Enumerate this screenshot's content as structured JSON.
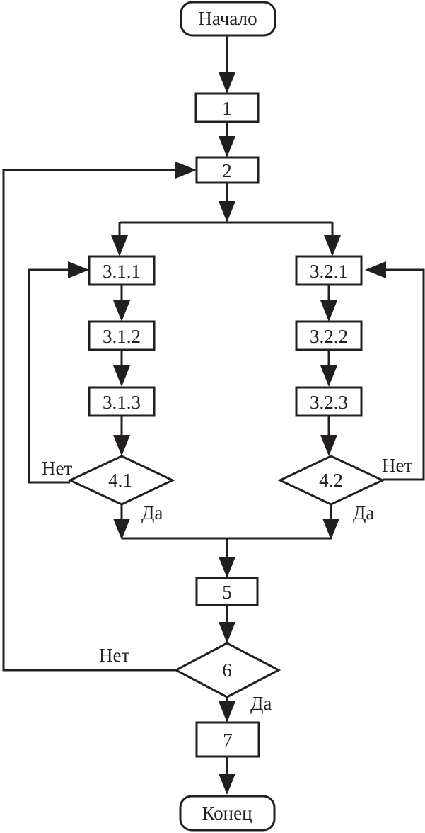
{
  "flowchart": {
    "start": "Начало",
    "end": "Конец",
    "blocks": {
      "b1": "1",
      "b2": "2",
      "b311": "3.1.1",
      "b312": "3.1.2",
      "b313": "3.1.3",
      "b321": "3.2.1",
      "b322": "3.2.2",
      "b323": "3.2.3",
      "b5": "5",
      "b7": "7"
    },
    "decisions": {
      "d41": "4.1",
      "d42": "4.2",
      "d6": "6"
    },
    "labels": {
      "yes": "Да",
      "no": "Нет"
    }
  }
}
